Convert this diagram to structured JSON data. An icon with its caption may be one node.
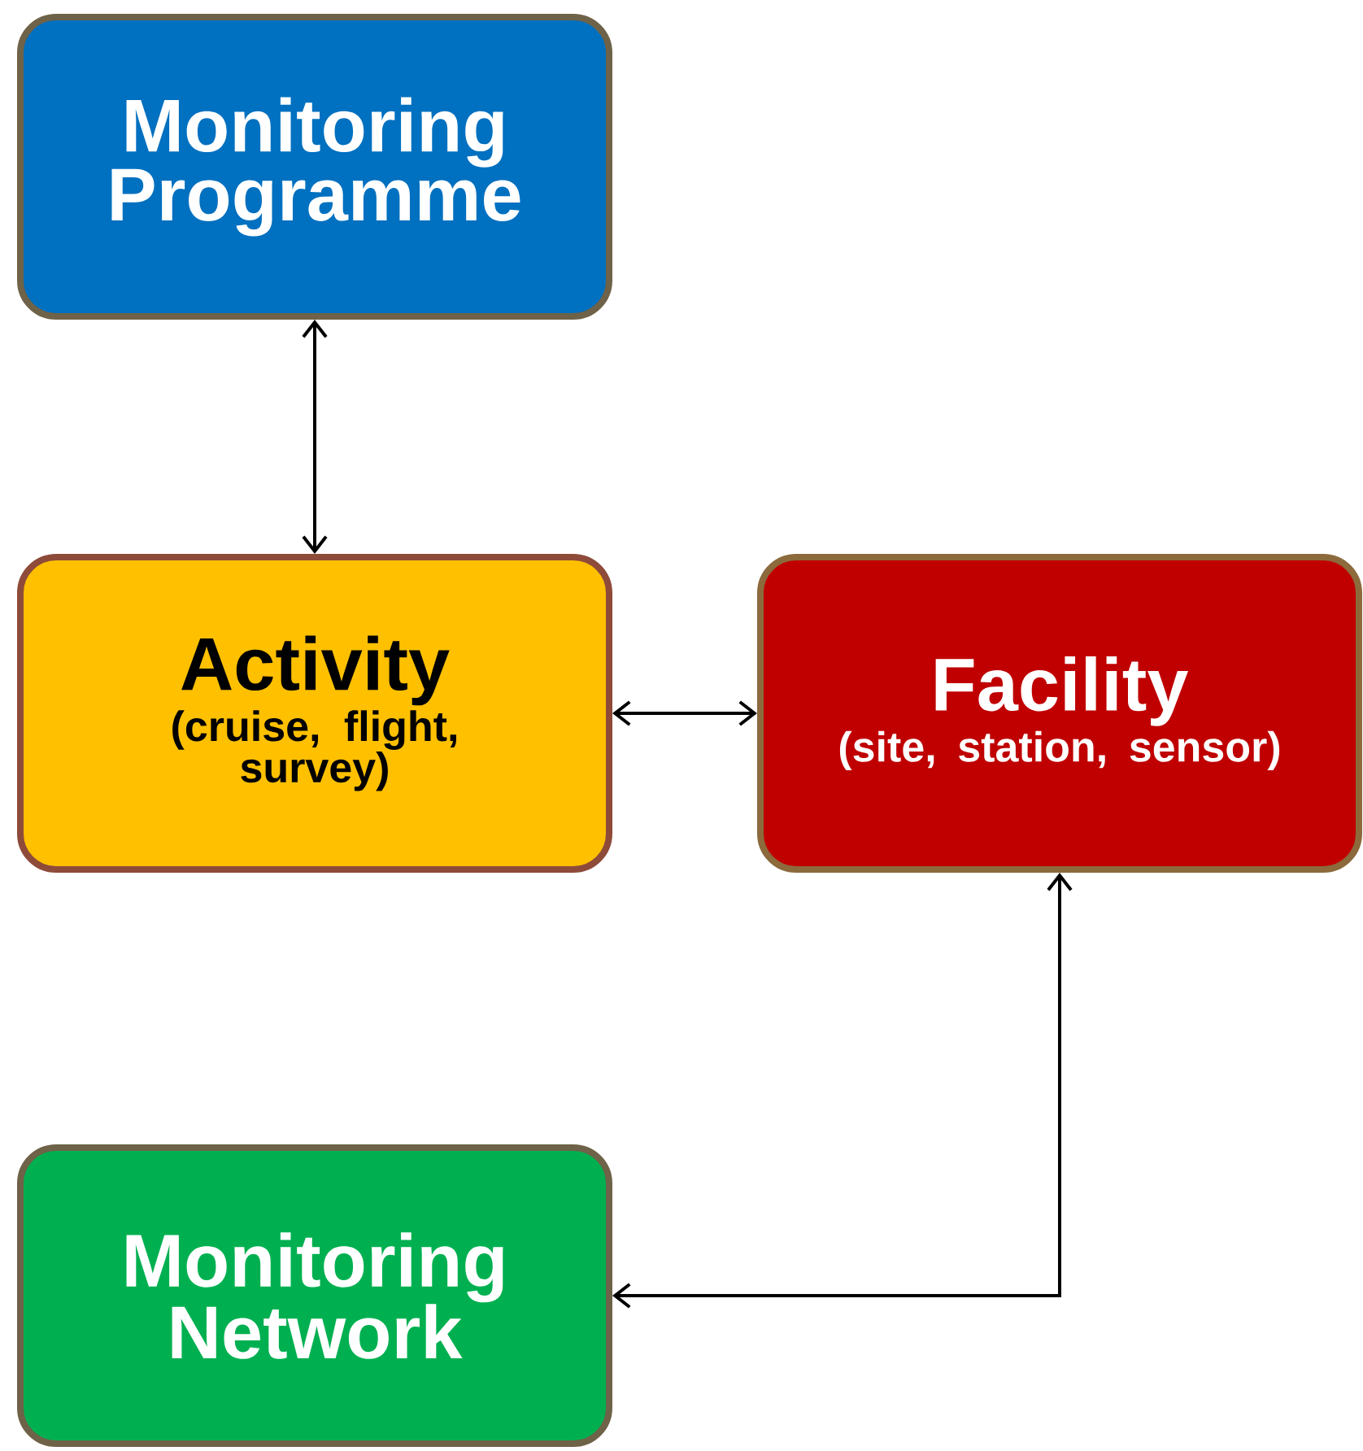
{
  "diagram": {
    "nodes": [
      {
        "text": [
          "Monitoring Programme"
        ]
      },
      {
        "text": [
          "Activity",
          "(cruise, flight, survey)"
        ]
      },
      {
        "text": [
          "Facility",
          "(site, station, sensor)"
        ]
      },
      {
        "text": [
          "Monitoring Network"
        ]
      }
    ],
    "edges": [
      {
        "from": 0,
        "to": 1,
        "arrow": "both"
      },
      {
        "from": 1,
        "to": 2,
        "arrow": "both"
      },
      {
        "from": 2,
        "to": 3,
        "arrow": "both"
      }
    ]
  }
}
